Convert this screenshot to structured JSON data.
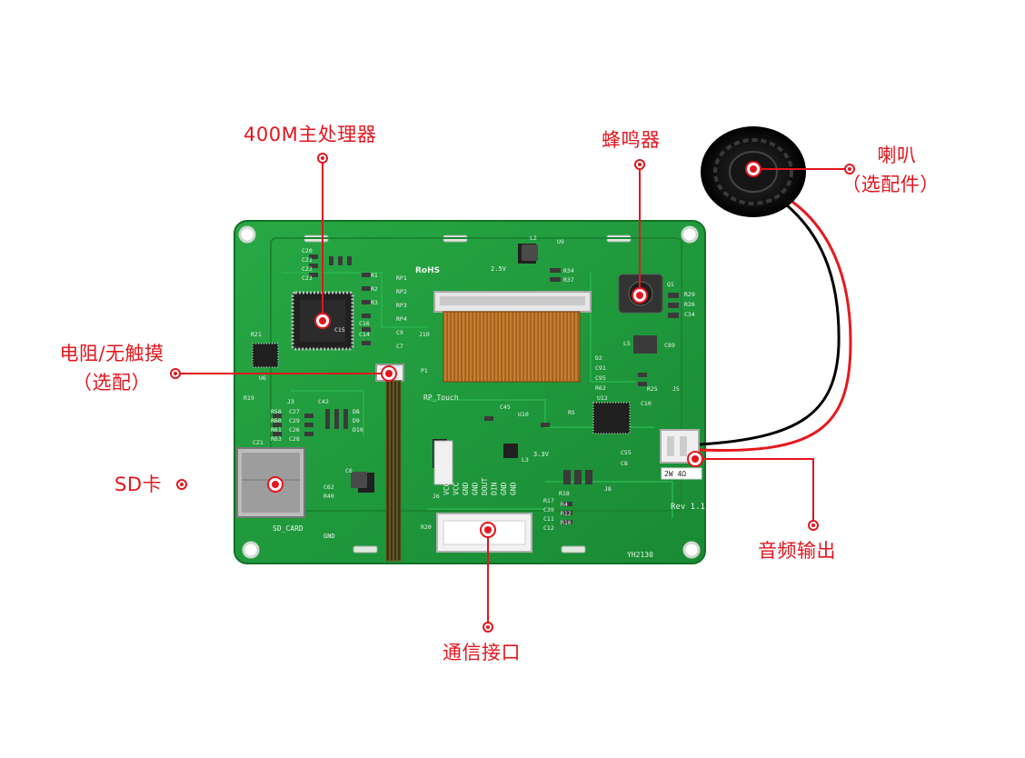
{
  "colors": {
    "accent": "#e3161d",
    "pcb": "#1f9a3c",
    "pcb_dark": "#14782c",
    "silkscreen": "#e8f3e8"
  },
  "callouts": {
    "processor": {
      "text": "400M主处理器"
    },
    "buzzer": {
      "text": "蜂鸣器"
    },
    "speaker": {
      "line1": "喇叭",
      "line2": "（选配件）"
    },
    "resistor_touch": {
      "line1": "电阻/无触摸",
      "line2": "（选配）"
    },
    "sd_card": {
      "text": "SD卡"
    },
    "audio_output": {
      "text": "音频输出"
    },
    "comm_interface": {
      "text": "通信接口"
    }
  },
  "board_labels": {
    "rohs": "RoHS",
    "rp_touch": "RP_Touch",
    "sd_card": "SD_CARD",
    "rev": "Rev 1.1",
    "speaker_spec": "2W 4Ω",
    "serial_no": "YH2130",
    "voltage_33": "3.3V",
    "voltage_25": "2.5V",
    "gnd": "GND",
    "pins": [
      "VCC",
      "VCC",
      "GND",
      "GND",
      "DOUT",
      "DIN",
      "GND",
      "GND"
    ],
    "designators": [
      "C20",
      "C21",
      "C22",
      "C23",
      "R1",
      "R2",
      "R3",
      "C15",
      "C16",
      "C14",
      "RP1",
      "RP2",
      "RP3",
      "RP4",
      "C9",
      "C7",
      "L2",
      "U9",
      "R34",
      "R37",
      "Q1",
      "R29",
      "R26",
      "C34",
      "L5",
      "C89",
      "D2",
      "C91",
      "C95",
      "R62",
      "R25",
      "U12",
      "C10",
      "R5",
      "C45",
      "U10",
      "J5",
      "C55",
      "C8",
      "J8",
      "R17",
      "C39",
      "C11",
      "C12",
      "R18",
      "R4",
      "R12",
      "R16",
      "R20",
      "J6",
      "P1",
      "J10",
      "C6",
      "C62",
      "R40",
      "R19",
      "J3",
      "R58",
      "R60",
      "R61",
      "R63",
      "C27",
      "C29",
      "C26",
      "C28",
      "D8",
      "D9",
      "D10",
      "C42",
      "CZ1",
      "L3",
      "R21",
      "U6"
    ]
  }
}
